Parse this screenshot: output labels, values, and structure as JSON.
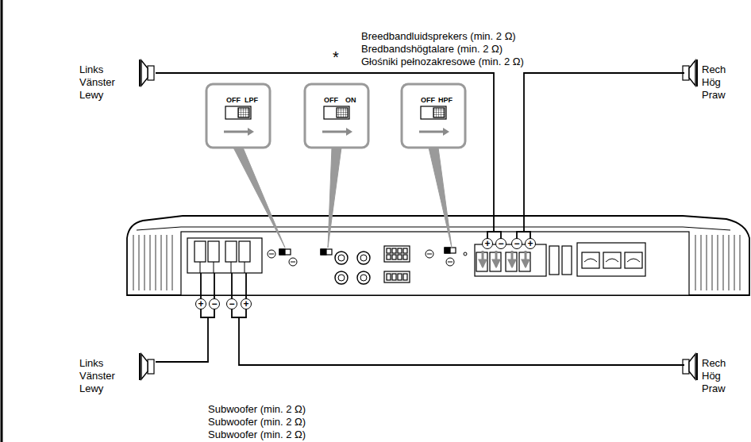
{
  "diagram": {
    "labels": [
      "Breedbandluidsprekers (min. 2 Ω)",
      "Bredbandshögtalare (min. 2 Ω)",
      "Głośniki pełnozakresowe (min. 2 Ω)",
      "Links",
      "Vänster",
      "Lewy",
      "Rech",
      "Hög",
      "Praw",
      "*",
      "OFF",
      "LPF",
      "OFF",
      "ON",
      "OFF",
      "HPF",
      "+",
      "−",
      "−",
      "+",
      "+",
      "−",
      "−",
      "+",
      "Links",
      "Vänster",
      "Lewy",
      "Rech",
      "Hög",
      "Praw",
      "Subwoofer (min. 2 Ω)",
      "Subwoofer (min. 2 Ω)",
      "Subwoofer (min. 2 Ω)"
    ]
  }
}
